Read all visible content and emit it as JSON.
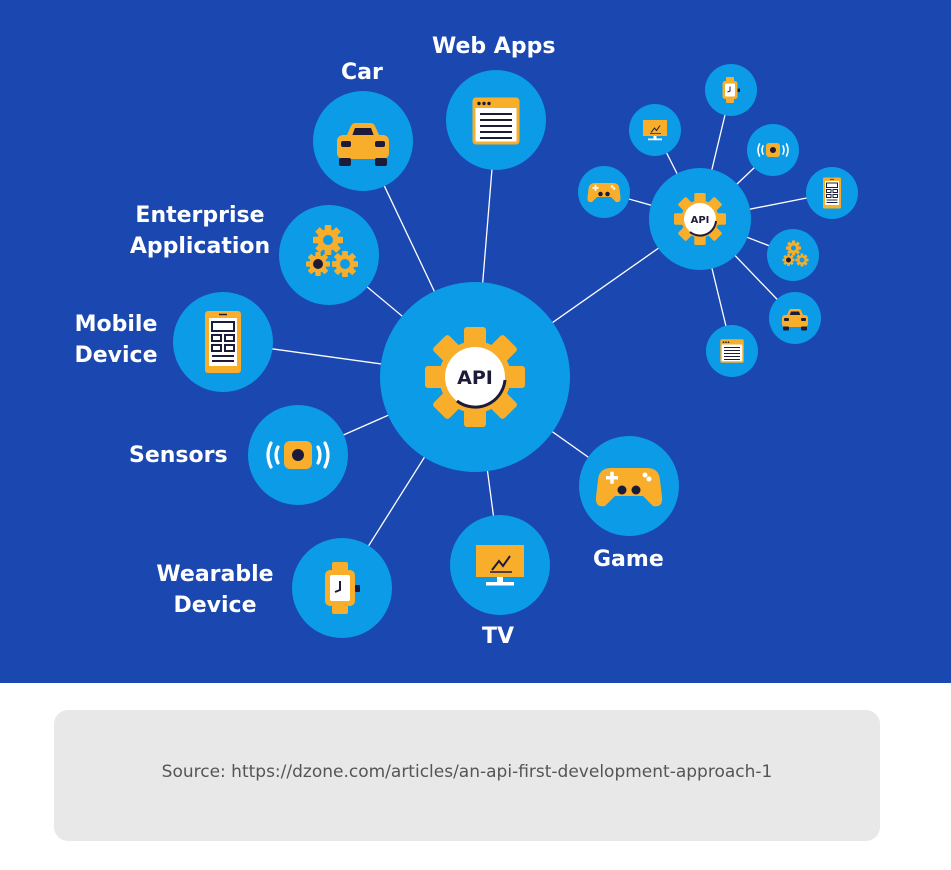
{
  "hub": {
    "label": "API"
  },
  "secondary_hub": {
    "label": "API"
  },
  "nodes": {
    "web_apps": "Web Apps",
    "car": "Car",
    "enterprise_application_line1": "Enterprise",
    "enterprise_application_line2": "Application",
    "mobile_device_line1": "Mobile",
    "mobile_device_line2": "Device",
    "sensors": "Sensors",
    "wearable_device_line1": "Wearable",
    "wearable_device_line2": "Device",
    "tv": "TV",
    "game": "Game"
  },
  "source": {
    "text": "Source: https://dzone.com/articles/an-api-first-development-approach-1"
  },
  "colors": {
    "background": "#1a47b0",
    "circle": "#0c9be6",
    "icon": "#f9ae2b",
    "dark": "#1c1c3a",
    "line": "#ffffff",
    "caption_box": "#e8e8e8"
  },
  "icons": [
    "gear-icon",
    "car-icon",
    "browser-window-icon",
    "gears-icon",
    "smartphone-icon",
    "sensor-icon",
    "smartwatch-icon",
    "monitor-icon",
    "gamepad-icon"
  ]
}
